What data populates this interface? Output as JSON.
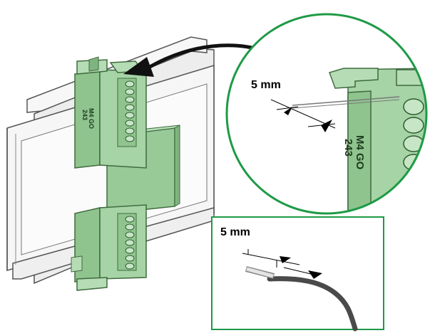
{
  "figure": {
    "colors": {
      "connector_fill": "#a6d4a6",
      "connector_dark": "#7fb37f",
      "connector_edge": "#3f6b3f",
      "rail_fill": "#f4f4f4",
      "rail_edge": "#555555",
      "frame_green": "#1e9a46",
      "wire_insulation": "#4a4a4a",
      "wire_core": "#d8d8d8",
      "arrow": "#111111"
    },
    "connector_marking": {
      "line1": "M4 GO",
      "line2": "243"
    },
    "zoom_callout": {
      "strip_label": "5 mm",
      "icon": "magnifier-circle"
    },
    "wire_callout": {
      "strip_label": "5 mm",
      "icon": "stripped-wire"
    }
  }
}
